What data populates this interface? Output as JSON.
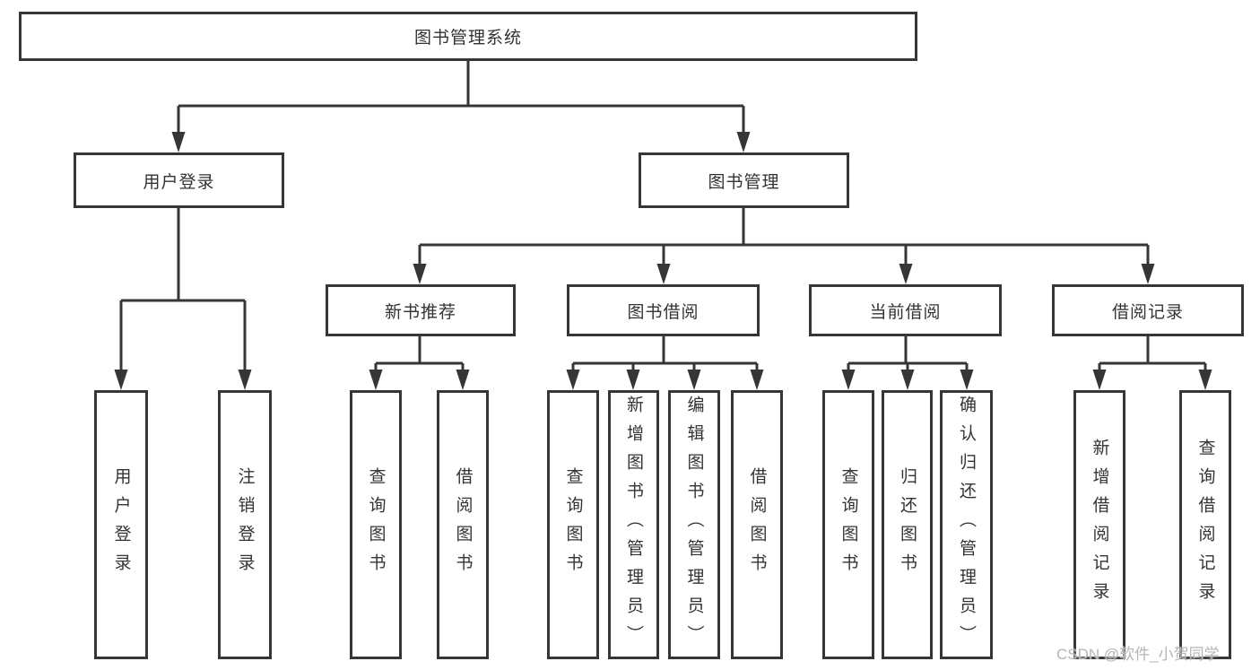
{
  "diagram": {
    "root": {
      "label": "图书管理系统"
    },
    "level2": {
      "user_login": {
        "label": "用户登录"
      },
      "book_mgmt": {
        "label": "图书管理"
      }
    },
    "level3": {
      "new_book_rec": {
        "label": "新书推荐"
      },
      "book_borrow": {
        "label": "图书借阅"
      },
      "current_borrow": {
        "label": "当前借阅"
      },
      "borrow_records": {
        "label": "借阅记录"
      }
    },
    "leaves": {
      "user_login_leaf": {
        "label": "用户登录"
      },
      "logout": {
        "label": "注销登录"
      },
      "rec_query_books": {
        "label": "查询图书"
      },
      "rec_borrow_books": {
        "label": "借阅图书"
      },
      "bb_query_books": {
        "label": "查询图书"
      },
      "bb_add_books": {
        "label": "新增图书（管理员）"
      },
      "bb_edit_books": {
        "label": "编辑图书（管理员）"
      },
      "bb_borrow_books": {
        "label": "借阅图书"
      },
      "cb_query_books": {
        "label": "查询图书"
      },
      "cb_return_books": {
        "label": "归还图书"
      },
      "cb_confirm_return": {
        "label": "确认归还（管理员）"
      },
      "br_add_record": {
        "label": "新增借阅记录"
      },
      "br_query_record": {
        "label": "查询借阅记录"
      }
    }
  },
  "watermark": "CSDN @软件_小贺同学",
  "colors": {
    "line": "#363636",
    "text": "#333333",
    "watermark": "#b5b5b5",
    "background": "#ffffff"
  }
}
